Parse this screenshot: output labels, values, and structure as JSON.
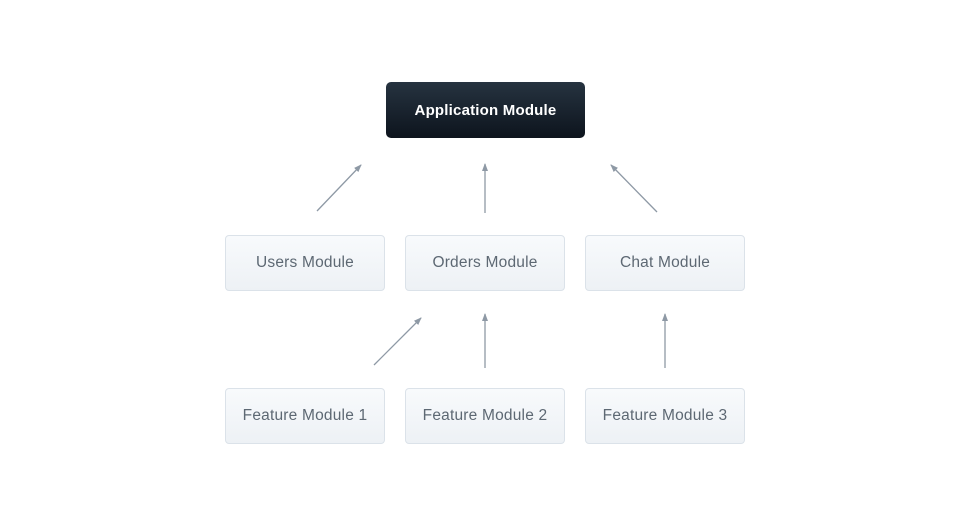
{
  "diagram": {
    "nodes": {
      "application": {
        "label": "Application Module"
      },
      "users": {
        "label": "Users Module"
      },
      "orders": {
        "label": "Orders Module"
      },
      "chat": {
        "label": "Chat Module"
      },
      "feature1": {
        "label": "Feature Module 1"
      },
      "feature2": {
        "label": "Feature Module 2"
      },
      "feature3": {
        "label": "Feature Module 3"
      }
    },
    "edges": [
      {
        "from": "Users Module",
        "to": "Application Module"
      },
      {
        "from": "Orders Module",
        "to": "Application Module"
      },
      {
        "from": "Chat Module",
        "to": "Application Module"
      },
      {
        "from": "Feature Module 1",
        "to": "Orders Module"
      },
      {
        "from": "Feature Module 2",
        "to": "Orders Module"
      },
      {
        "from": "Feature Module 3",
        "to": "Chat Module"
      }
    ]
  },
  "colors": {
    "canvas_bg": "#ffffff",
    "dark_node_top": "#263340",
    "dark_node_bottom": "#0d141d",
    "dark_node_text": "#ffffff",
    "light_node_top": "#f8fafc",
    "light_node_bottom": "#edf1f5",
    "light_node_border": "#dbe2e9",
    "light_node_text": "#5d6873",
    "arrow": "#8e99a5"
  }
}
